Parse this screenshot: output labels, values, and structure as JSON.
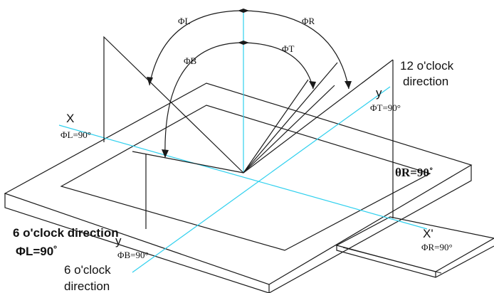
{
  "labels": {
    "phi_l_arc": "ΦL",
    "phi_r_arc": "ΦR",
    "phi_b_arc": "ΦB",
    "phi_t_arc": "ΦT",
    "twelve_oclock": "12 o'clock",
    "twelve_direction": "direction",
    "y_top": "y",
    "phi_t_90": "ΦT=90°",
    "x_left": "X",
    "phi_l_90_small": "ΦL=90°",
    "theta_r": "θR=90˚",
    "six_oclock_direction": "6 o'clock direction",
    "phi_l_90_bold": "ΦL=90˚",
    "y_bottom": "y",
    "phi_b_90": "ΦB=90°",
    "six_oclock": "6 o'clock",
    "six_direction": "direction",
    "x_right": "X'",
    "phi_r_90": "ΦR=90°"
  },
  "colors": {
    "axis": "#2fd0ee",
    "line": "#1a1a1a"
  }
}
